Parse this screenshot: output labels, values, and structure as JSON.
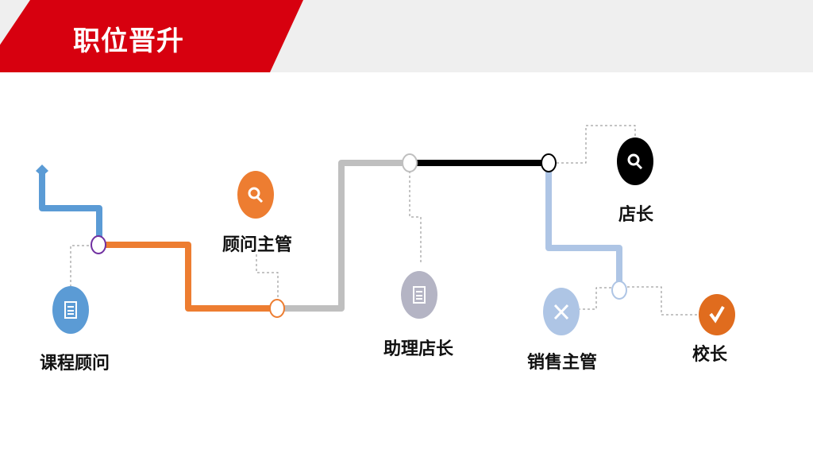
{
  "header": {
    "title": "职位晋升",
    "accent": "#d7000f"
  },
  "roles": [
    {
      "label": "课程顾问",
      "icon": "document-icon",
      "color": "#5b9bd5"
    },
    {
      "label": "顾问主管",
      "icon": "search-icon",
      "color": "#ed7d31"
    },
    {
      "label": "助理店长",
      "icon": "document-icon",
      "color": "#b4b4c4"
    },
    {
      "label": "店长",
      "icon": "search-icon",
      "color": "#000000"
    },
    {
      "label": "销售主管",
      "icon": "tools-icon",
      "color": "#aec5e5"
    },
    {
      "label": "校长",
      "icon": "check-icon",
      "color": "#e06c1e"
    }
  ]
}
